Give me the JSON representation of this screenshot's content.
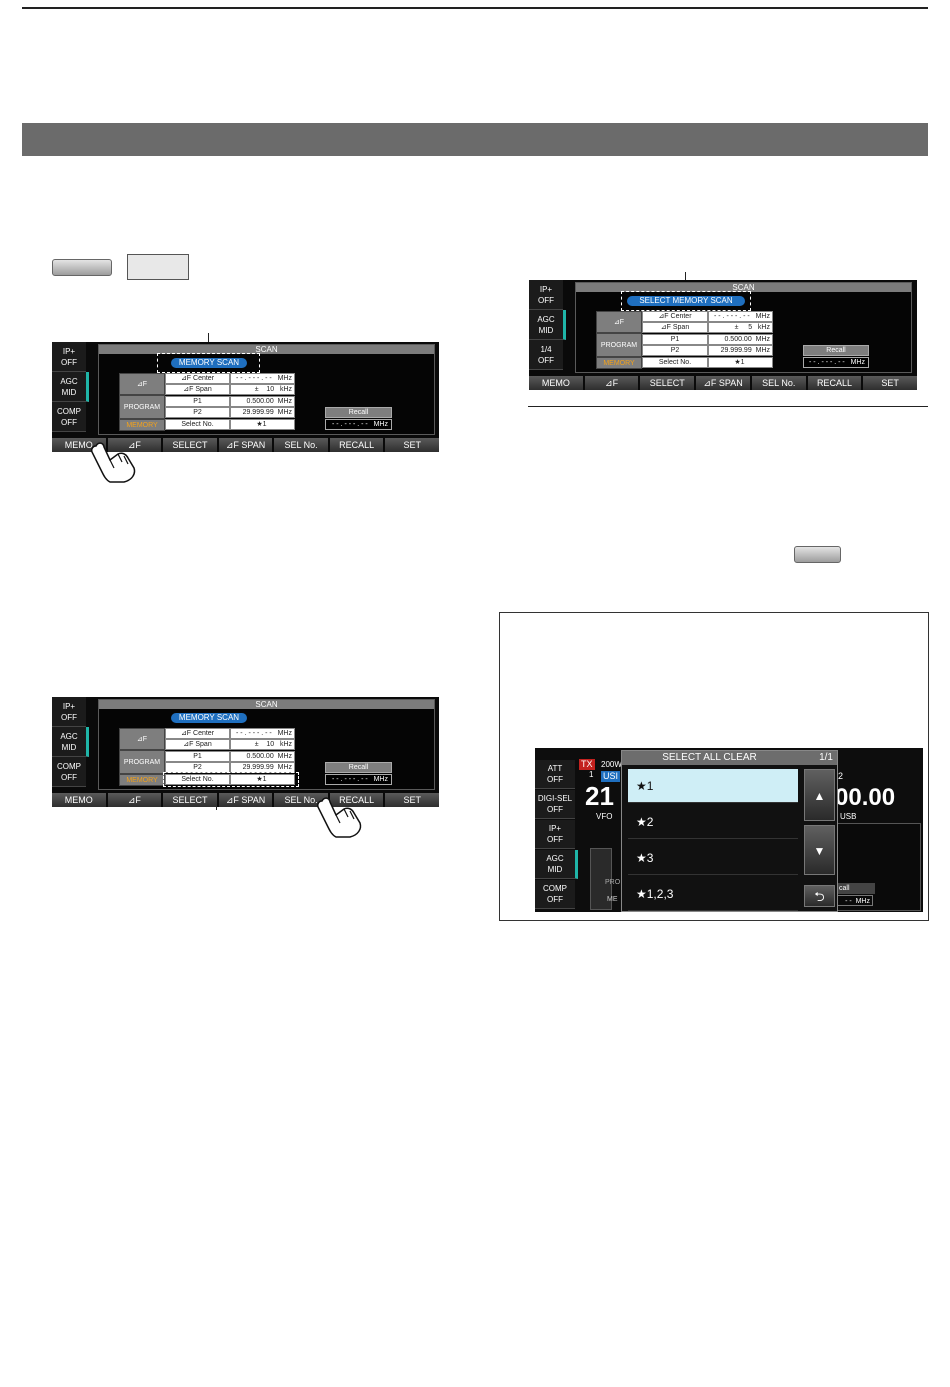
{
  "screen_top_left": {
    "side": [
      {
        "line1": "IP+",
        "line2": "OFF"
      },
      {
        "line1": "AGC",
        "line2": "MID"
      },
      {
        "line1": "COMP",
        "line2": "OFF"
      }
    ],
    "title": "SCAN",
    "mode": "MEMORY SCAN",
    "groups": {
      "df": "⊿F",
      "program": "PROGRAM",
      "memory": "MEMORY"
    },
    "rows": [
      {
        "label": "⊿F Center",
        "value": "- - . - - - . - -   MHz"
      },
      {
        "label": "⊿F Span",
        "value": "±    10   kHz"
      },
      {
        "label": "P1",
        "value": "0.500.00  MHz"
      },
      {
        "label": "P2",
        "value": "29.999.99  MHz"
      },
      {
        "label": "Select No.",
        "value": "★1"
      }
    ],
    "recall": {
      "title": "Recall",
      "value": "- - . - - - . - -   MHz"
    },
    "keys": [
      "MEMO",
      "⊿F",
      "SELECT",
      "⊿F SPAN",
      "SEL No.",
      "RECALL",
      "SET"
    ]
  },
  "screen_mid_left": {
    "side": [
      {
        "line1": "IP+",
        "line2": "OFF"
      },
      {
        "line1": "AGC",
        "line2": "MID"
      },
      {
        "line1": "COMP",
        "line2": "OFF"
      }
    ],
    "title": "SCAN",
    "mode": "MEMORY SCAN",
    "groups": {
      "df": "⊿F",
      "program": "PROGRAM",
      "memory": "MEMORY"
    },
    "rows": [
      {
        "label": "⊿F Center",
        "value": "- - . - - - . - -   MHz"
      },
      {
        "label": "⊿F Span",
        "value": "±    10   kHz"
      },
      {
        "label": "P1",
        "value": "0.500.00  MHz"
      },
      {
        "label": "P2",
        "value": "29.999.99  MHz"
      },
      {
        "label": "Select No.",
        "value": "★1"
      }
    ],
    "recall": {
      "title": "Recall",
      "value": "- - . - - - . - -   MHz"
    },
    "keys": [
      "MEMO",
      "⊿F",
      "SELECT",
      "⊿F SPAN",
      "SEL No.",
      "RECALL",
      "SET"
    ]
  },
  "screen_right": {
    "side": [
      {
        "line1": "IP+",
        "line2": "OFF"
      },
      {
        "line1": "AGC",
        "line2": "MID"
      },
      {
        "line1": "1/4",
        "line2": "OFF"
      }
    ],
    "title": "SCAN",
    "mode": "SELECT MEMORY SCAN",
    "groups": {
      "df": "⊿F",
      "program": "PROGRAM",
      "memory": "MEMORY"
    },
    "rows": [
      {
        "label": "⊿F Center",
        "value": "- - . - - - . - -   MHz"
      },
      {
        "label": "⊿F Span",
        "value": "±     5   kHz"
      },
      {
        "label": "P1",
        "value": "0.500.00  MHz"
      },
      {
        "label": "P2",
        "value": "29.999.99  MHz"
      },
      {
        "label": "Select No.",
        "value": "★1"
      }
    ],
    "recall": {
      "title": "Recall",
      "value": "- - . - - - . - -   MHz"
    },
    "keys": [
      "MEMO",
      "⊿F",
      "SELECT",
      "⊿F SPAN",
      "SEL No.",
      "RECALL",
      "SET"
    ]
  },
  "select_clear": {
    "side": [
      {
        "line1": "ATT",
        "line2": "OFF"
      },
      {
        "line1": "DIGI-SEL",
        "line2": "OFF"
      },
      {
        "line1": "IP+",
        "line2": "OFF"
      },
      {
        "line1": "AGC",
        "line2": "MID"
      },
      {
        "line1": "COMP",
        "line2": "OFF"
      }
    ],
    "tx": "TX",
    "power": "200W",
    "vfo_mark": "1",
    "usb_tag": "USI",
    "freq_left": "21",
    "vfo_label": "VFO",
    "freq_right": "00.00",
    "mode_right": "USB",
    "right_num": "2",
    "recall_frag": "call",
    "mhz_frag": "- -  MHz",
    "prog_frag": "PRO",
    "memo_frag": "ME",
    "dialog_title": "SELECT ALL CLEAR",
    "page": "1/1",
    "items": [
      "★1",
      "★2",
      "★3",
      "★1,2,3"
    ],
    "up_icon": "▲",
    "down_icon": "▼",
    "back_icon": "⮌"
  }
}
